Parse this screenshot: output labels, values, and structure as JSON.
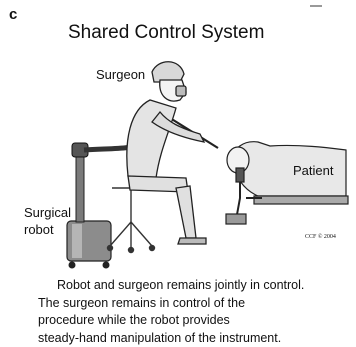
{
  "figure": {
    "panel_letter": "c",
    "title": "Shared Control System",
    "labels": {
      "surgeon": "Surgeon",
      "patient": "Patient",
      "robot_line1": "Surgical",
      "robot_line2": "robot",
      "copyright": "CCF © 2004"
    },
    "caption": [
      "Robot and surgeon remains  jointly in control.",
      "The surgeon remains in control of the",
      "procedure while the robot provides",
      "steady-hand manipulation of the  instrument."
    ]
  }
}
